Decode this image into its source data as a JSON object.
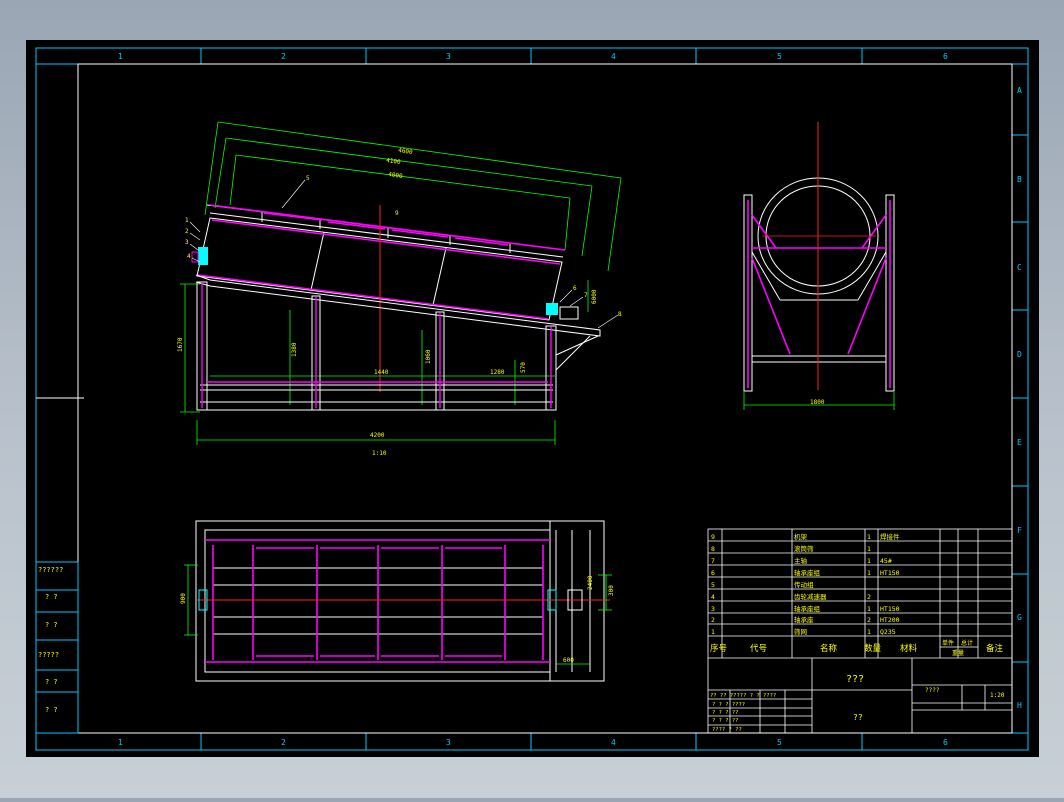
{
  "colors": {
    "background": "#000000",
    "frame": "#00c8ff",
    "border": "#ffffff",
    "dimension": "#00ff00",
    "structure": "#ffffff",
    "member": "#ff00ff",
    "centerline": "#ff2020",
    "part": "#00ffff",
    "text": "#ffff00"
  },
  "zone_columns": [
    "1",
    "2",
    "3",
    "4",
    "5",
    "6"
  ],
  "zone_rows": [
    "A",
    "B",
    "C",
    "D",
    "E",
    "F",
    "G",
    "H"
  ],
  "side_view": {
    "dims_top": [
      "4600",
      "4100",
      "4000"
    ],
    "dim_height": "1670",
    "dim_length": "4200",
    "label": "1:10",
    "dim_spans": [
      "1440",
      "1280"
    ],
    "dim_leg_heights": [
      "1380",
      "1060"
    ],
    "dim_rise": "570",
    "dim_motor": "6000",
    "balloons": [
      "1",
      "2",
      "3",
      "4",
      "5",
      "6",
      "7",
      "8",
      "9"
    ]
  },
  "end_view": {
    "dim_width": "1800"
  },
  "plan_view": {
    "dim_width": "900",
    "dim_right": "300",
    "dim_side": "2400",
    "dim_bottom": "600"
  },
  "bom": {
    "rows": [
      {
        "no": "9",
        "name": "机架",
        "qty": "1",
        "mat": "焊接件"
      },
      {
        "no": "8",
        "name": "滚筒筛",
        "qty": "1",
        "mat": ""
      },
      {
        "no": "7",
        "name": "主轴",
        "qty": "1",
        "mat": "45#"
      },
      {
        "no": "6",
        "name": "轴承座组",
        "qty": "1",
        "mat": "HT150"
      },
      {
        "no": "5",
        "name": "传动组",
        "qty": "",
        "mat": ""
      },
      {
        "no": "4",
        "name": "齿轮减速器",
        "qty": "2",
        "mat": ""
      },
      {
        "no": "3",
        "name": "轴承座组",
        "qty": "1",
        "mat": "HT150"
      },
      {
        "no": "2",
        "name": "轴承座",
        "qty": "2",
        "mat": "HT200"
      },
      {
        "no": "1",
        "name": "筛网",
        "qty": "1",
        "mat": "Q235"
      }
    ],
    "header": {
      "no": "序号",
      "code": "代号",
      "name": "名称",
      "qty": "数量",
      "mat": "材料",
      "unit": "单件",
      "total": "总计",
      "weight": "重量",
      "remark": "备注"
    }
  },
  "title_block": {
    "title": "???",
    "drawing_name": "??",
    "scale": "1:20",
    "meta": "????",
    "sig_rows": [
      "?? ?? ????? ? ? ????",
      "? ? ? ????",
      "? ? ? ??",
      "? ? ? ??",
      "???? ? ??"
    ]
  },
  "left_table": [
    "??????",
    "? ?",
    "? ?",
    "?????",
    "? ?",
    "? ?"
  ]
}
